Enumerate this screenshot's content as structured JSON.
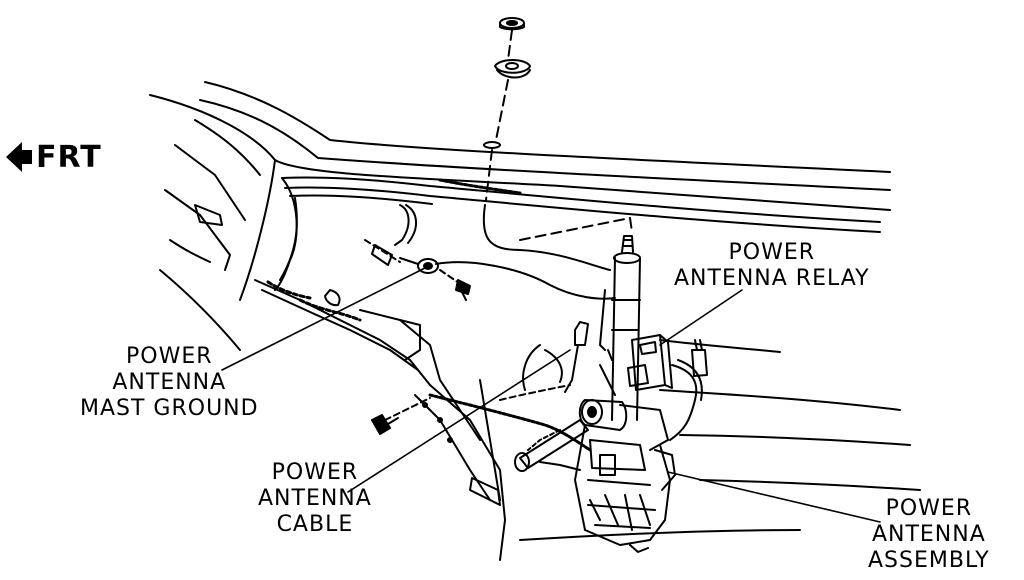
{
  "orientation": {
    "arrow_icon": "left-arrow-icon",
    "text": "FRT"
  },
  "callouts": {
    "mast_ground": [
      "POWER",
      "ANTENNA",
      "MAST GROUND"
    ],
    "relay": [
      "POWER",
      "ANTENNA RELAY"
    ],
    "cable": [
      "POWER",
      "ANTENNA",
      "CABLE"
    ],
    "assembly": [
      "POWER",
      "ANTENNA",
      "ASSEMBLY"
    ]
  },
  "colors": {
    "ink": "#000000",
    "paper": "#ffffff"
  }
}
